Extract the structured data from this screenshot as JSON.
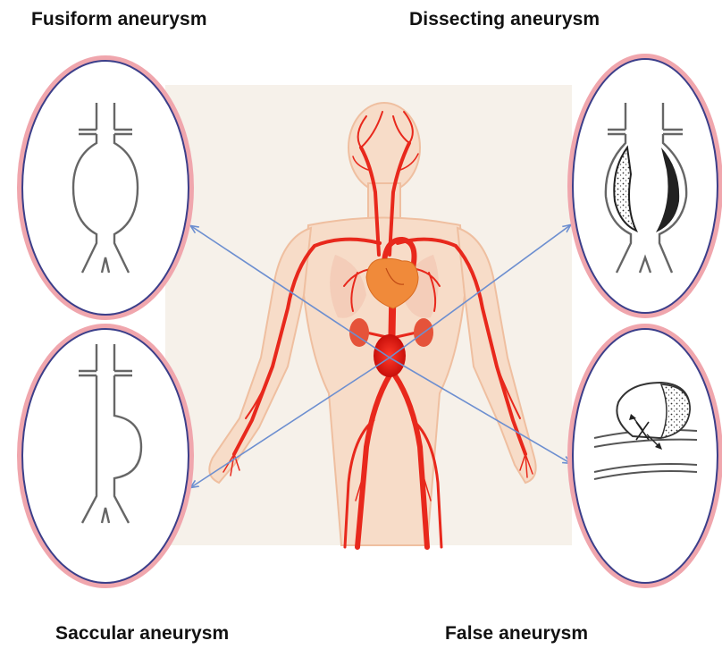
{
  "labels": {
    "fusiform": "Fusiform aneurysm",
    "dissecting": "Dissecting aneurysm",
    "saccular": "Saccular aneurysm",
    "false_aneurysm": "False aneurysm"
  },
  "colors": {
    "ellipse_outer": "#f0a6ad",
    "ellipse_inner": "#3c3f8a",
    "arrow": "#6d8fd0",
    "artery": "#e8281c",
    "skin": "#f7dcc8",
    "background_panel": "#f6f1ea",
    "heart": "#f08a3a"
  },
  "icons": {
    "figure": "circulatory-system-illustration",
    "aorta_normal": "aorta-vessel-icon",
    "aorta_fusiform": "fusiform-aneurysm-icon",
    "aorta_saccular": "saccular-aneurysm-icon",
    "aorta_dissecting": "dissecting-aneurysm-icon",
    "aorta_false": "false-aneurysm-icon"
  }
}
